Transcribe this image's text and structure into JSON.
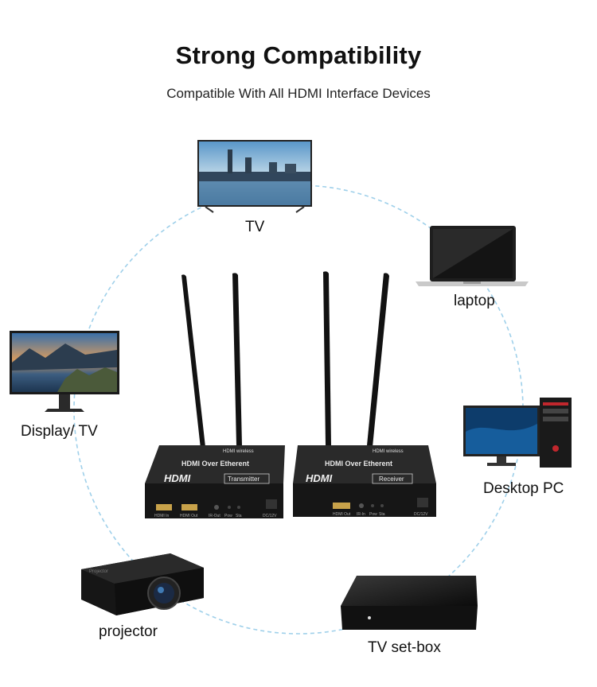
{
  "header": {
    "title": "Strong Compatibility",
    "subtitle": "Compatible With All HDMI Interface Devices"
  },
  "devices": {
    "tv": "TV",
    "laptop": "laptop",
    "display": "Display/ TV",
    "desktop": "Desktop PC",
    "projector": "projector",
    "settop": "TV set-box"
  },
  "product": {
    "transmitter": {
      "brand_text": "HDMI wireless",
      "model_text": "HDMI Over Etherent",
      "logo_text": "HDMI",
      "role_text": "Transmitter",
      "port_in_text": "HDMI In",
      "port_out_text": "HDMI Out",
      "ir_text": "IR-Out",
      "pow_text": "Pow",
      "sta_text": "Sta",
      "dc_text": "DC/12V"
    },
    "receiver": {
      "brand_text": "HDMI wireless",
      "model_text": "HDMI Over Etherent",
      "logo_text": "HDMI",
      "role_text": "Receiver",
      "port_out_text": "HDMI Out",
      "ir_text": "IR-In",
      "pow_text": "Pow",
      "sta_text": "Sta",
      "dc_text": "DC/12V"
    }
  },
  "projector_brand": "Projector",
  "colors": {
    "circle": "#9fd0ea",
    "device_dark": "#1b1b1b"
  }
}
